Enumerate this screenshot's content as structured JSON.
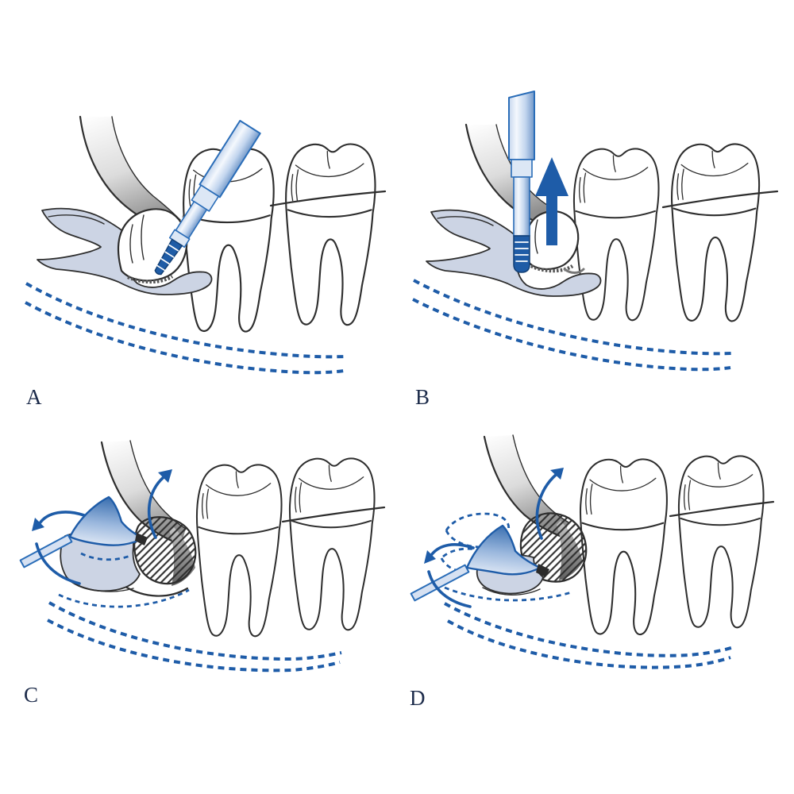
{
  "figure": {
    "panels": [
      {
        "id": "panel-a",
        "label": "A"
      },
      {
        "id": "panel-b",
        "label": "B"
      },
      {
        "id": "panel-c",
        "label": "C"
      },
      {
        "id": "panel-d",
        "label": "D"
      }
    ]
  },
  "colors": {
    "accent": "#1e5ca8",
    "outline": "#2e2e2e",
    "tissue": "#ccd4e4",
    "bone-shade": "#8f8f8f",
    "instrument-dark": "#1f5ca6",
    "instrument-light": "#dce7f5",
    "label-ink": "#1c2b4a",
    "background": "#ffffff"
  }
}
